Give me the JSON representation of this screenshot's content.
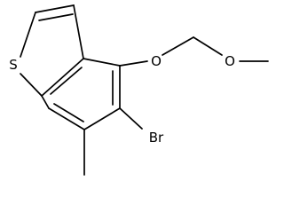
{
  "molecule": {
    "atoms": {
      "sulfur": "S",
      "oxygen_ether_ring": "O",
      "oxygen_ether_chain": "O",
      "bromine": "Br"
    }
  }
}
